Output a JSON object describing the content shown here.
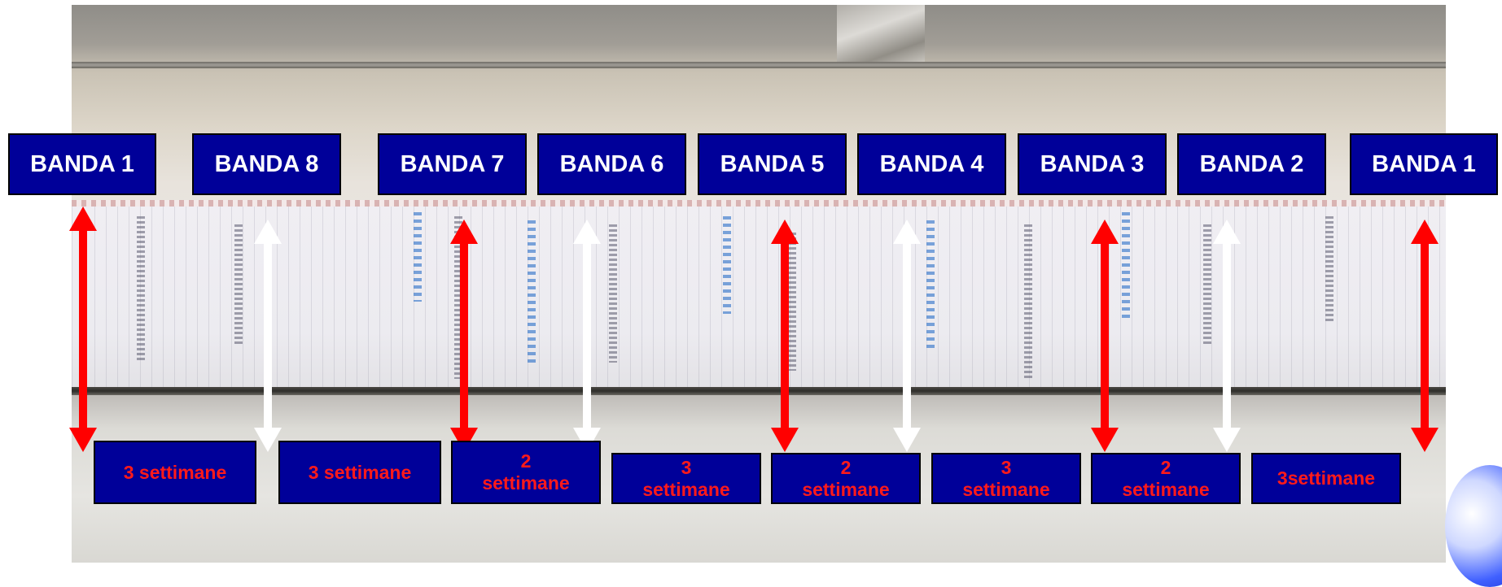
{
  "bands": [
    {
      "label": "BANDA 1"
    },
    {
      "label": "BANDA 8"
    },
    {
      "label": "BANDA 7"
    },
    {
      "label": "BANDA 6"
    },
    {
      "label": "BANDA 5"
    },
    {
      "label": "BANDA 4"
    },
    {
      "label": "BANDA 3"
    },
    {
      "label": "BANDA 2"
    },
    {
      "label": "BANDA 1"
    }
  ],
  "durations": [
    {
      "text": "3 settimane"
    },
    {
      "text": "3 settimane"
    },
    {
      "text": "2\nsettimane"
    },
    {
      "text": "3\nsettimane"
    },
    {
      "text": "2\nsettimane"
    },
    {
      "text": "3\nsettimane"
    },
    {
      "text": "2\nsettimane"
    },
    {
      "text": "3settimane"
    }
  ],
  "arrows": [
    "red",
    "white",
    "red",
    "white",
    "red",
    "white",
    "red",
    "white",
    "red"
  ],
  "colors": {
    "label_background": "#000099",
    "band_text": "#ffffff",
    "duration_text": "#ff1a1a",
    "arrow_primary": "#ff0000",
    "arrow_secondary": "#ffffff"
  }
}
